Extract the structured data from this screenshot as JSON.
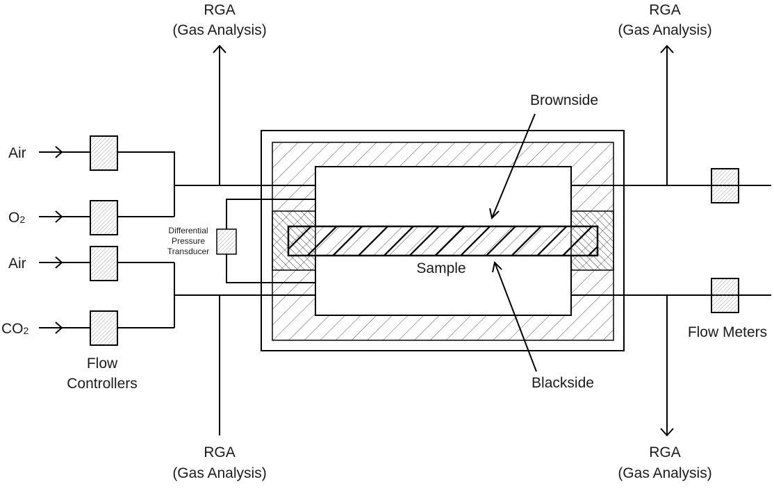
{
  "rga": {
    "top_left": {
      "line1": "RGA",
      "line2": "(Gas Analysis)"
    },
    "top_right": {
      "line1": "RGA",
      "line2": "(Gas Analysis)"
    },
    "bottom_left": {
      "line1": "RGA",
      "line2": "(Gas Analysis)"
    },
    "bottom_right": {
      "line1": "RGA",
      "line2": "(Gas Analysis)"
    }
  },
  "inlets": {
    "air_top": "Air",
    "o2": {
      "base": "O",
      "sub": "2"
    },
    "air_bottom": "Air",
    "co2": {
      "base": "CO",
      "sub": "2"
    }
  },
  "flow_controllers": {
    "line1": "Flow",
    "line2": "Controllers"
  },
  "flow_meters": "Flow Meters",
  "transducer": {
    "line1": "Differential",
    "line2": "Pressure",
    "line3": "Transducer"
  },
  "labels": {
    "brownside": "Brownside",
    "blackside": "Blackside",
    "sample": "Sample"
  }
}
